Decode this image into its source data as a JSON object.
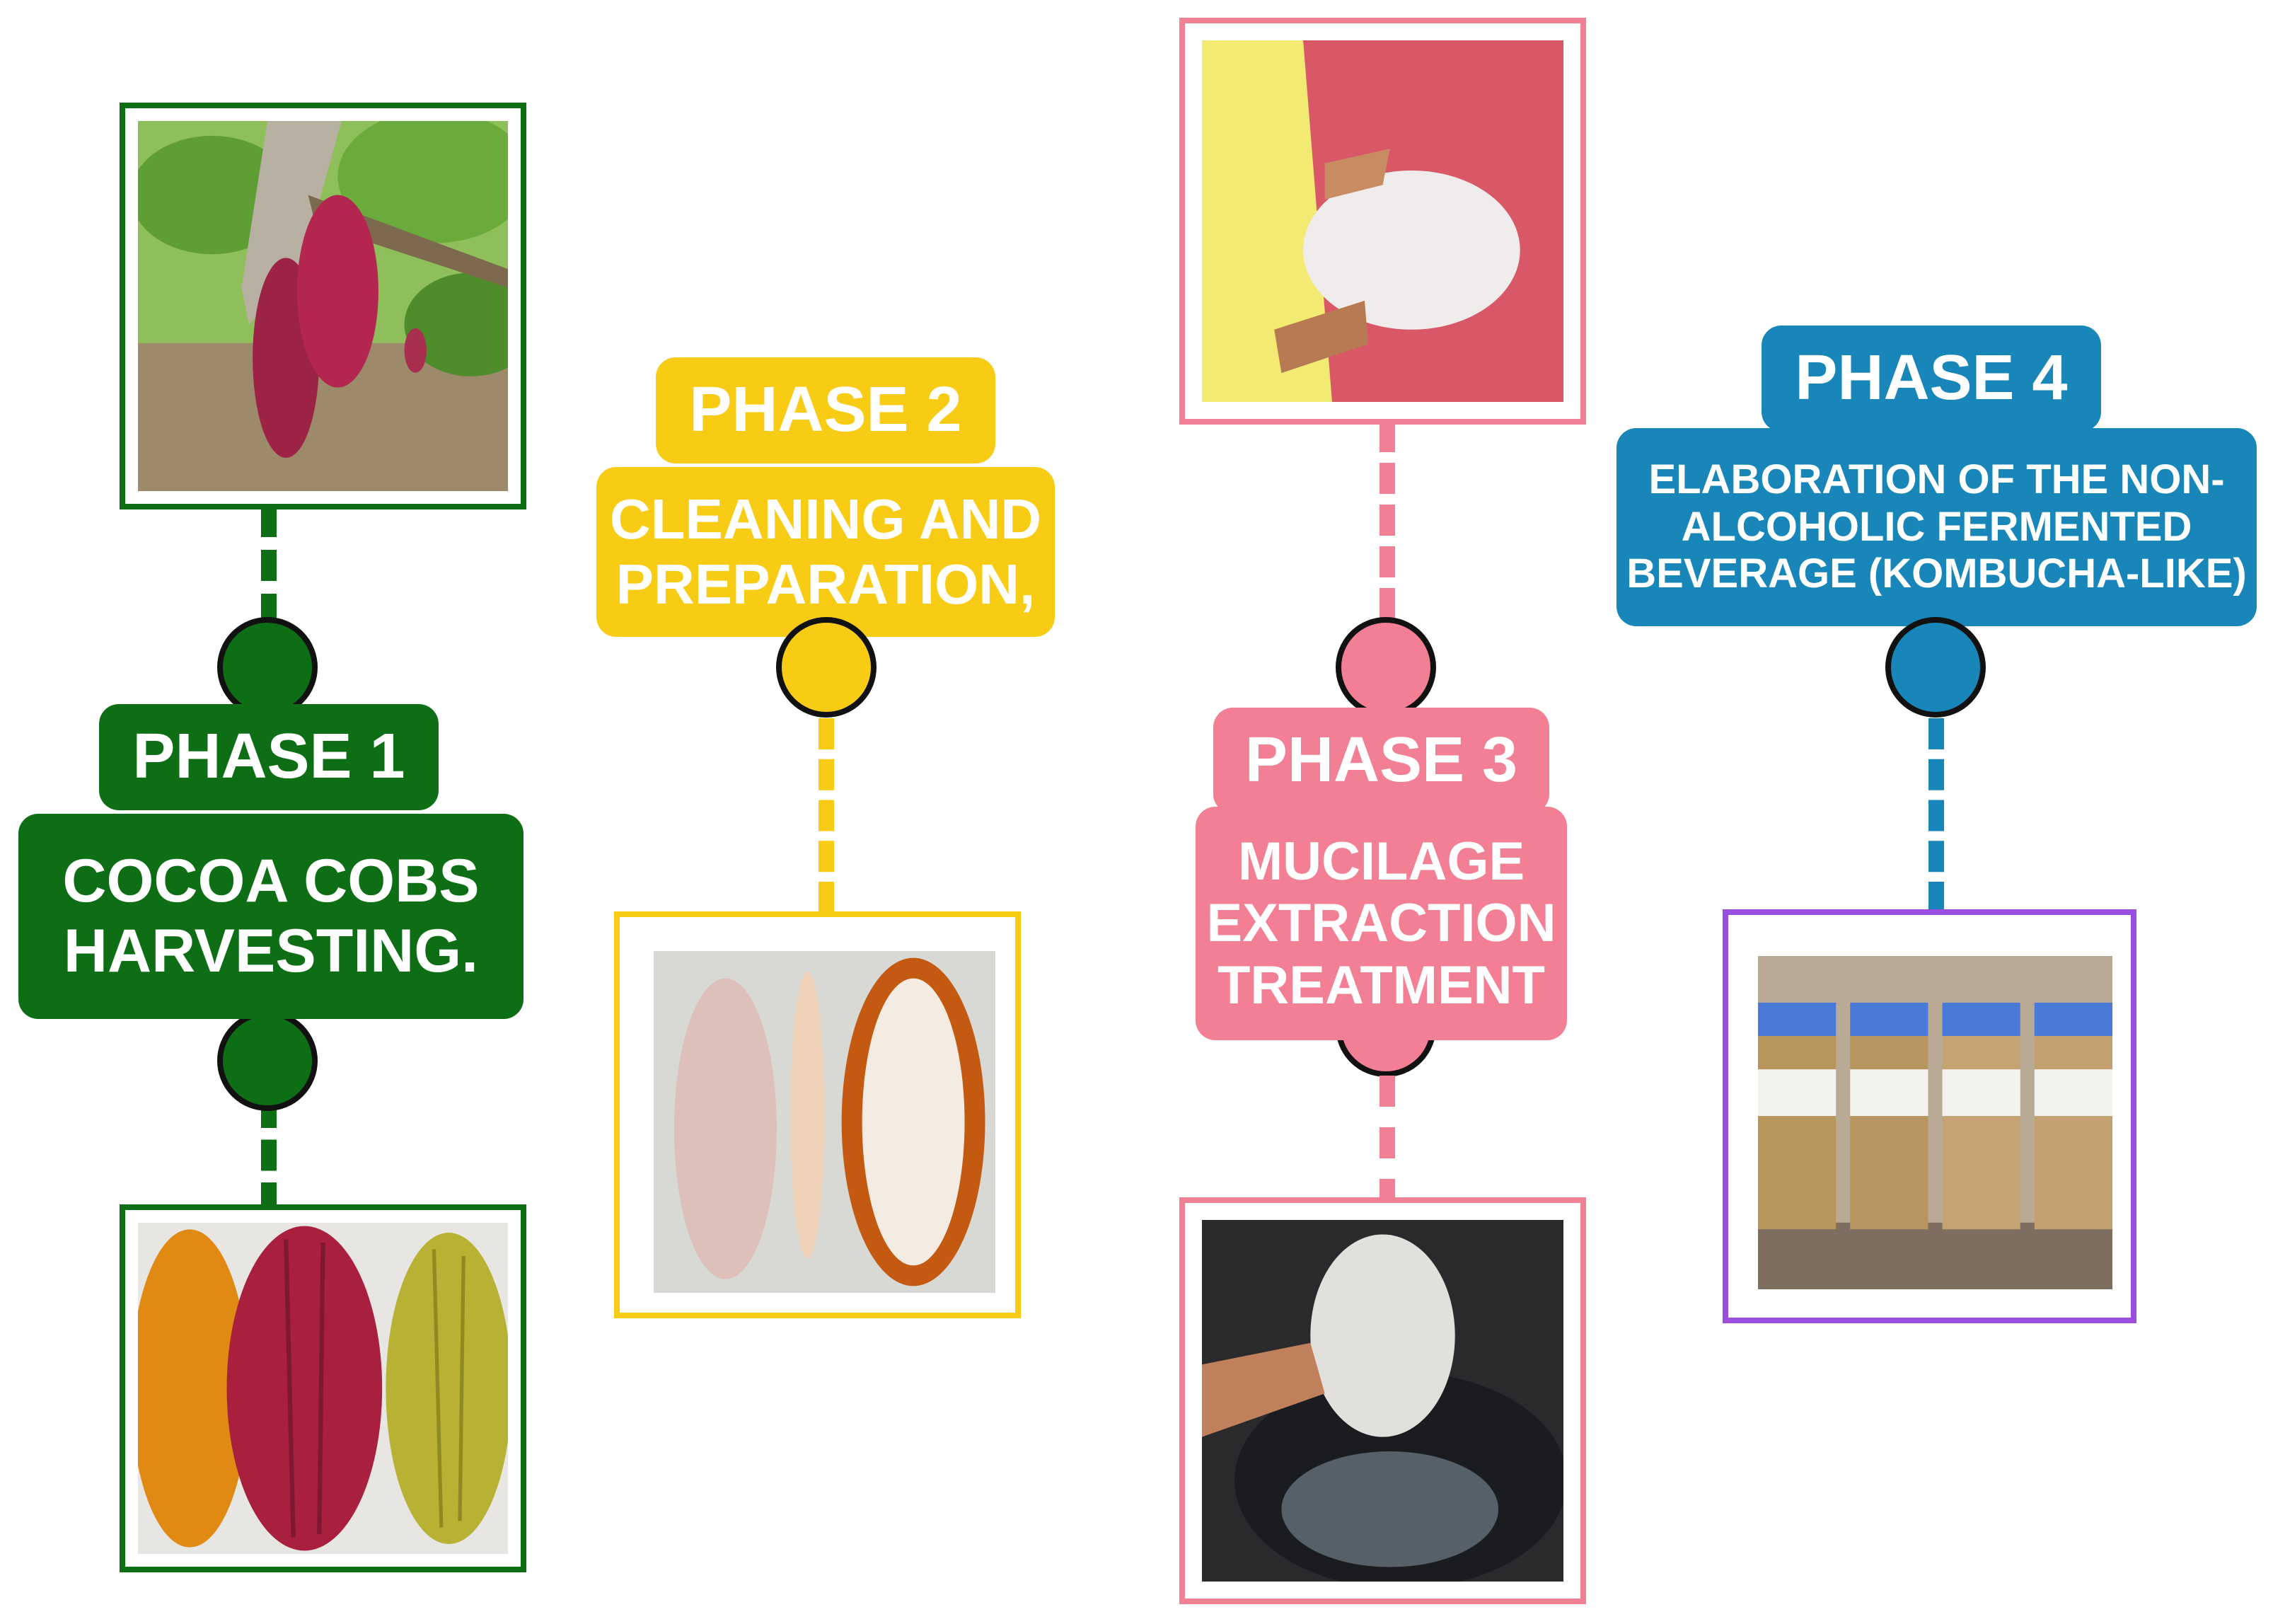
{
  "colors": {
    "phase1": "#0e6e16",
    "phase2": "#f8cc14",
    "phase3": "#f27f93",
    "phase4": "#1886b8",
    "phase4_frame": "#9a4ee0"
  },
  "phases": [
    {
      "title": "PHASE 1",
      "description": "COCOA COBS\nHARVESTING.",
      "images": [
        "cocoa-pods-on-tree-photo",
        "harvested-cocoa-pods-photo"
      ]
    },
    {
      "title": "PHASE 2",
      "description": "CLEANING AND\nPREPARATION,",
      "images": [
        "opened-cocoa-pod-and-beans-photo"
      ]
    },
    {
      "title": "PHASE 3",
      "description": "MUCILAGE\nEXTRACTION\nTREATMENT",
      "images": [
        "mucilage-straining-bag-photo",
        "mucilage-squeezing-bucket-photo"
      ]
    },
    {
      "title": "PHASE 4",
      "description": "ELABORATION OF THE NON-\nALCOHOLIC FERMENTED\nBEVERAGE (KOMBUCHA-LIKE)",
      "images": [
        "kombucha-sample-jars-photo"
      ]
    }
  ]
}
